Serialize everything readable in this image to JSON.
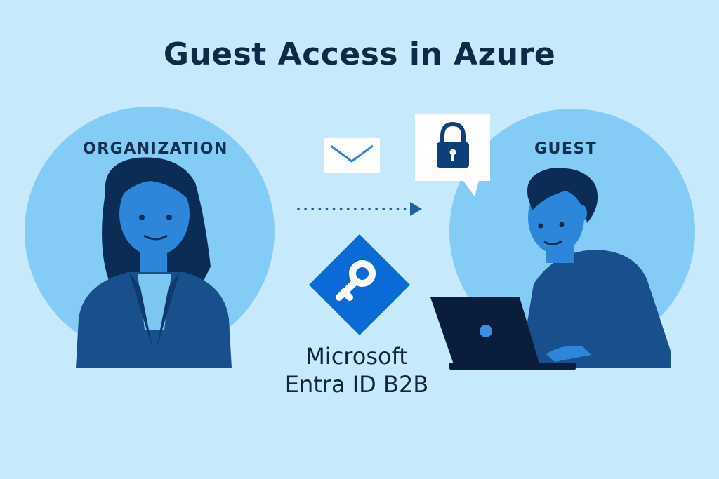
{
  "title": "Guest Access in Azure",
  "organization": {
    "label": "ORGANIZATION"
  },
  "guest": {
    "label": "GUEST"
  },
  "product": {
    "line1": "Microsoft",
    "line2": "Entra ID B2B"
  },
  "icons": {
    "invite": "envelope-icon",
    "secure": "lock-icon",
    "product": "key-icon",
    "device": "laptop-icon"
  },
  "colors": {
    "background": "#c6e9fb",
    "circle": "#84ccf5",
    "dark_blue": "#0e3f7a",
    "mid_blue": "#2d86d9",
    "brand_blue": "#0a6ad6",
    "text": "#0f2a47"
  }
}
